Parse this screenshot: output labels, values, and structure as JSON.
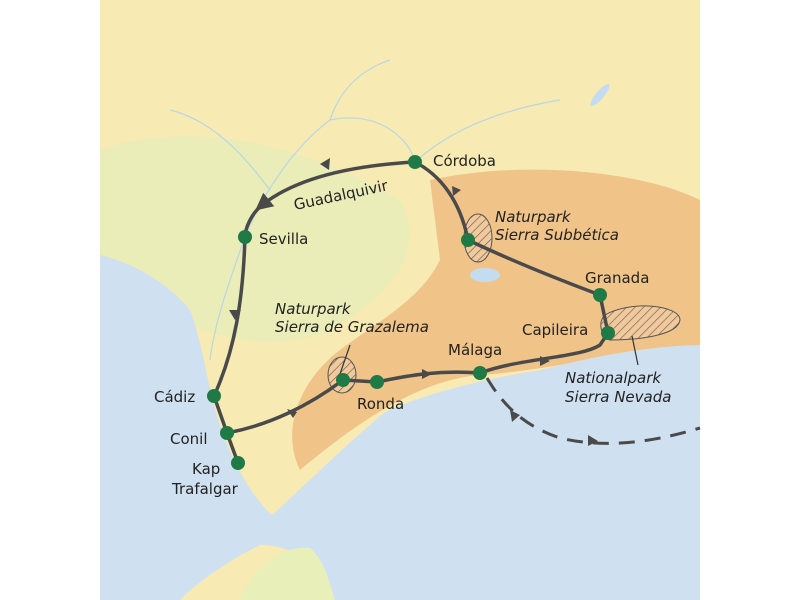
{
  "colors": {
    "land": "#f7ebb3",
    "lowland": "#e6eeb8",
    "mountain": "#eeb67a",
    "sea": "#cfe0f0",
    "route": "#4a4a4a",
    "stop": "#1f7a45"
  },
  "stops": [
    {
      "name": "Córdoba"
    },
    {
      "name": "Sevilla"
    },
    {
      "name": "Cádiz"
    },
    {
      "name": "Conil"
    },
    {
      "name": "Kap",
      "name2": "Trafalgar"
    },
    {
      "name": "Ronda"
    },
    {
      "name": "Málaga"
    },
    {
      "name": "Capileira"
    },
    {
      "name": "Granada"
    }
  ],
  "river": "Guadalquivir",
  "parks": [
    {
      "line1": "Naturpark",
      "line2": "Sierra Subbética"
    },
    {
      "line1": "Naturpark",
      "line2": "Sierra de Grazalema"
    },
    {
      "line1": "Nationalpark",
      "line2": "Sierra Nevada"
    }
  ]
}
